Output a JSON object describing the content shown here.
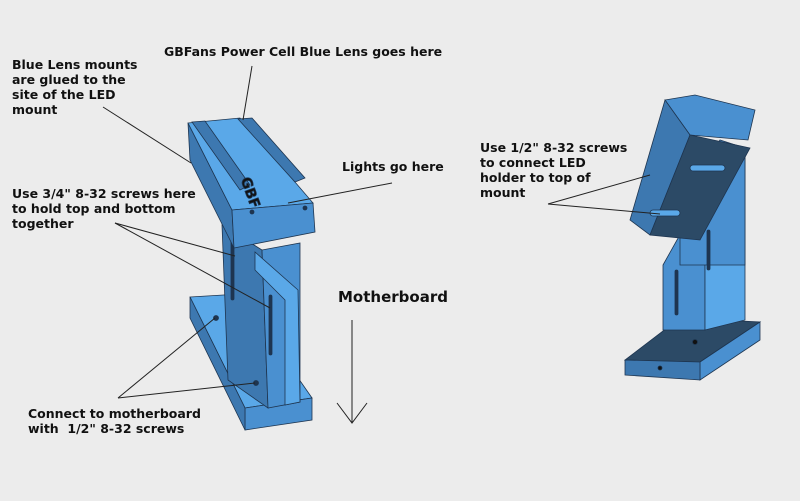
{
  "labels": {
    "blue_lens_mounts": "Blue Lens mounts\nare glued to the\nsite of the LED\nmount",
    "power_cell_lens": "GBFans Power Cell Blue Lens goes here",
    "lights": "Lights go here",
    "screws_3_4": "Use 3/4\" 8-32 screws here\nto hold top and bottom\ntogether",
    "motherboard": "Motherboard",
    "connect_motherboard": "Connect to motherboard\nwith  1/2\" 8-32 screws",
    "screws_1_2": "Use 1/2\" 8-32 screws\nto connect LED\nholder to top of\nmount"
  },
  "engraving": "GBF",
  "colors": {
    "top": "#5aa8e8",
    "side": "#3d78b0",
    "front": "#4a90d0",
    "dark": "#2c4a66",
    "background": "#ececec"
  }
}
